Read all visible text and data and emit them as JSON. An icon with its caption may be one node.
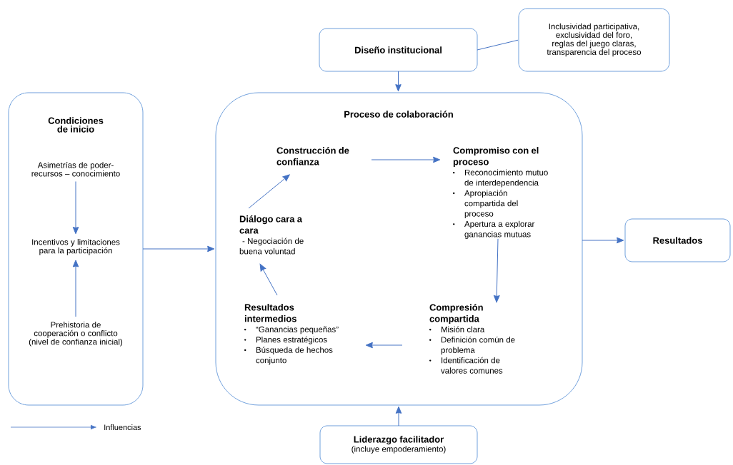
{
  "diagram": {
    "nodes": [
      {
        "text": [
          "Condiciones de inicio"
        ]
      },
      {
        "text": [
          "Asimetrías de poder- recursos – conocimiento"
        ],
        "in": 0
      },
      {
        "text": [
          "Incentivos y limitaciones para la participación"
        ],
        "in": 0
      },
      {
        "text": [
          "Prehistoria de cooperación o conflicto  (nivel de confianza inicial)"
        ],
        "in": 0
      },
      {
        "text": [
          "Diseño institucional"
        ]
      },
      {
        "text": [
          "Inclusividad participativa, exclusividad del foro, reglas del juego claras, transparencia del proceso"
        ]
      },
      {
        "text": [
          "Proceso de colaboración"
        ]
      },
      {
        "text": [
          "Construcción de confianza"
        ],
        "in": 6
      },
      {
        "text": [
          "Compromiso con el proceso",
          "Reconocimiento mutuo de interdependencia",
          "Apropiación compartida del proceso",
          "Apertura a explorar ganancias mutuas"
        ],
        "in": 6
      },
      {
        "text": [
          "Compresión compartida",
          "Misión clara",
          "Definición común de problema",
          "Identificación de valores comunes"
        ],
        "in": 6
      },
      {
        "text": [
          "Resultados intermedios",
          "“Ganancias pequeñas”",
          "Planes estratégicos",
          "Búsqueda de hechos conjunto"
        ],
        "in": 6
      },
      {
        "text": [
          "Diálogo cara a cara",
          "- Negociación de buena voluntad"
        ],
        "in": 6
      },
      {
        "text": [
          "Resultados"
        ]
      },
      {
        "text": [
          "Liderazgo facilitador",
          "(incluye empoderamiento)"
        ]
      }
    ],
    "edges": [
      {
        "from": 1,
        "to": 2,
        "arrow": "to"
      },
      {
        "from": 3,
        "to": 2,
        "arrow": "to"
      },
      {
        "from": 0,
        "to": 6,
        "arrow": "to"
      },
      {
        "from": 4,
        "to": 6,
        "arrow": "to"
      },
      {
        "from": 4,
        "to": 5,
        "arrow": "none"
      },
      {
        "from": 13,
        "to": 6,
        "arrow": "to"
      },
      {
        "from": 6,
        "to": 12,
        "arrow": "to"
      },
      {
        "from": 7,
        "to": 8,
        "arrow": "to"
      },
      {
        "from": 8,
        "to": 9,
        "arrow": "to"
      },
      {
        "from": 9,
        "to": 10,
        "arrow": "to"
      },
      {
        "from": 10,
        "to": 11,
        "arrow": "to"
      },
      {
        "from": 11,
        "to": 7,
        "arrow": "to"
      }
    ],
    "legend": [
      {
        "text": "Influencias"
      }
    ]
  }
}
